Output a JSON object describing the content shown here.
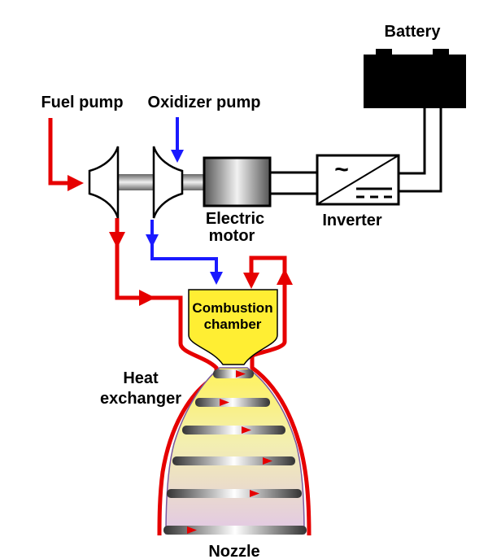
{
  "labels": {
    "battery": "Battery",
    "fuel_pump": "Fuel pump",
    "oxidizer_pump": "Oxidizer pump",
    "electric": "Electric",
    "motor": "motor",
    "inverter": "Inverter",
    "combustion": "Combustion",
    "chamber": "chamber",
    "heat": "Heat",
    "exchanger": "exchanger",
    "nozzle": "Nozzle"
  },
  "inverter_symbols": {
    "ac": "~"
  },
  "colors": {
    "fuel_line": "#e60000",
    "oxidizer_line": "#1a1aff",
    "chamber_fill": "#ffee33",
    "battery": "#000000"
  }
}
